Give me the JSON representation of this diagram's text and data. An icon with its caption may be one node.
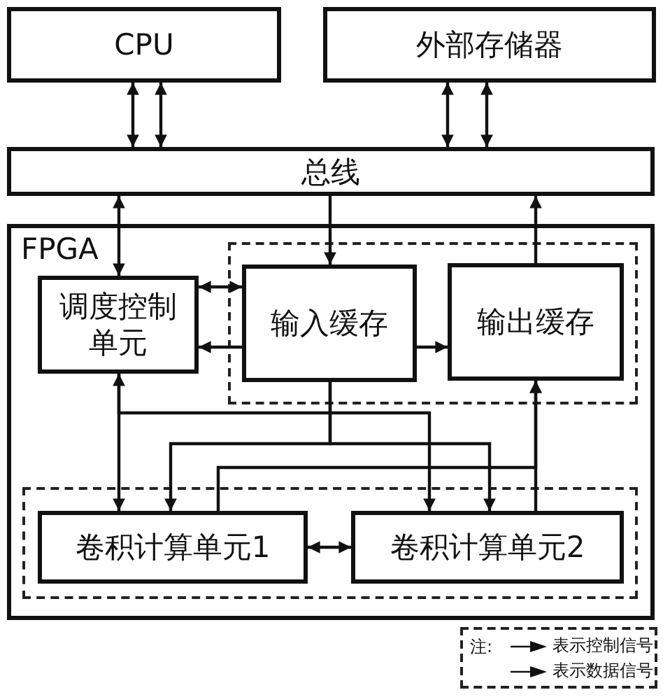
{
  "diagram": {
    "nodes": [
      {
        "text": [
          "CPU"
        ]
      },
      {
        "text": [
          "外部存储器"
        ]
      },
      {
        "text": [
          "总线"
        ]
      },
      {
        "text": [
          "FPGA"
        ]
      },
      {
        "text": [],
        "shape": "box",
        "in": 3
      },
      {
        "text": [
          "调度控制单元"
        ],
        "in": 3
      },
      {
        "text": [
          "输入缓存"
        ],
        "in": 4
      },
      {
        "text": [
          "输出缓存"
        ],
        "in": 4
      },
      {
        "text": [],
        "shape": "box",
        "in": 3
      },
      {
        "text": [
          "卷积计算单元1"
        ],
        "in": 8
      },
      {
        "text": [
          "卷积计算单元2"
        ],
        "in": 8
      }
    ],
    "edges": [
      {
        "from": 0,
        "to": 2,
        "arrow": "both"
      },
      {
        "from": 0,
        "to": 2,
        "arrow": "both"
      },
      {
        "from": 1,
        "to": 2,
        "arrow": "both"
      },
      {
        "from": 1,
        "to": 2,
        "arrow": "both"
      },
      {
        "from": 2,
        "to": 5,
        "arrow": "both"
      },
      {
        "from": 2,
        "to": 6,
        "arrow": "to"
      },
      {
        "from": 7,
        "to": 2,
        "arrow": "to"
      },
      {
        "from": 5,
        "to": 6,
        "arrow": "both"
      },
      {
        "from": 6,
        "to": 5,
        "arrow": "to"
      },
      {
        "from": 6,
        "to": 7,
        "arrow": "to"
      },
      {
        "from": 5,
        "to": 9,
        "arrow": "both"
      },
      {
        "from": 5,
        "to": 10,
        "arrow": "to"
      },
      {
        "from": 6,
        "to": 9,
        "arrow": "to"
      },
      {
        "from": 6,
        "to": 10,
        "arrow": "to"
      },
      {
        "from": 9,
        "to": 7,
        "arrow": "to"
      },
      {
        "from": 10,
        "to": 7,
        "arrow": "to"
      },
      {
        "from": 9,
        "to": 10,
        "arrow": "both"
      }
    ],
    "labels": [
      "注:"
    ],
    "legend": [
      {
        "text": "表示控制信号"
      },
      {
        "text": "表示数据信号"
      }
    ]
  }
}
